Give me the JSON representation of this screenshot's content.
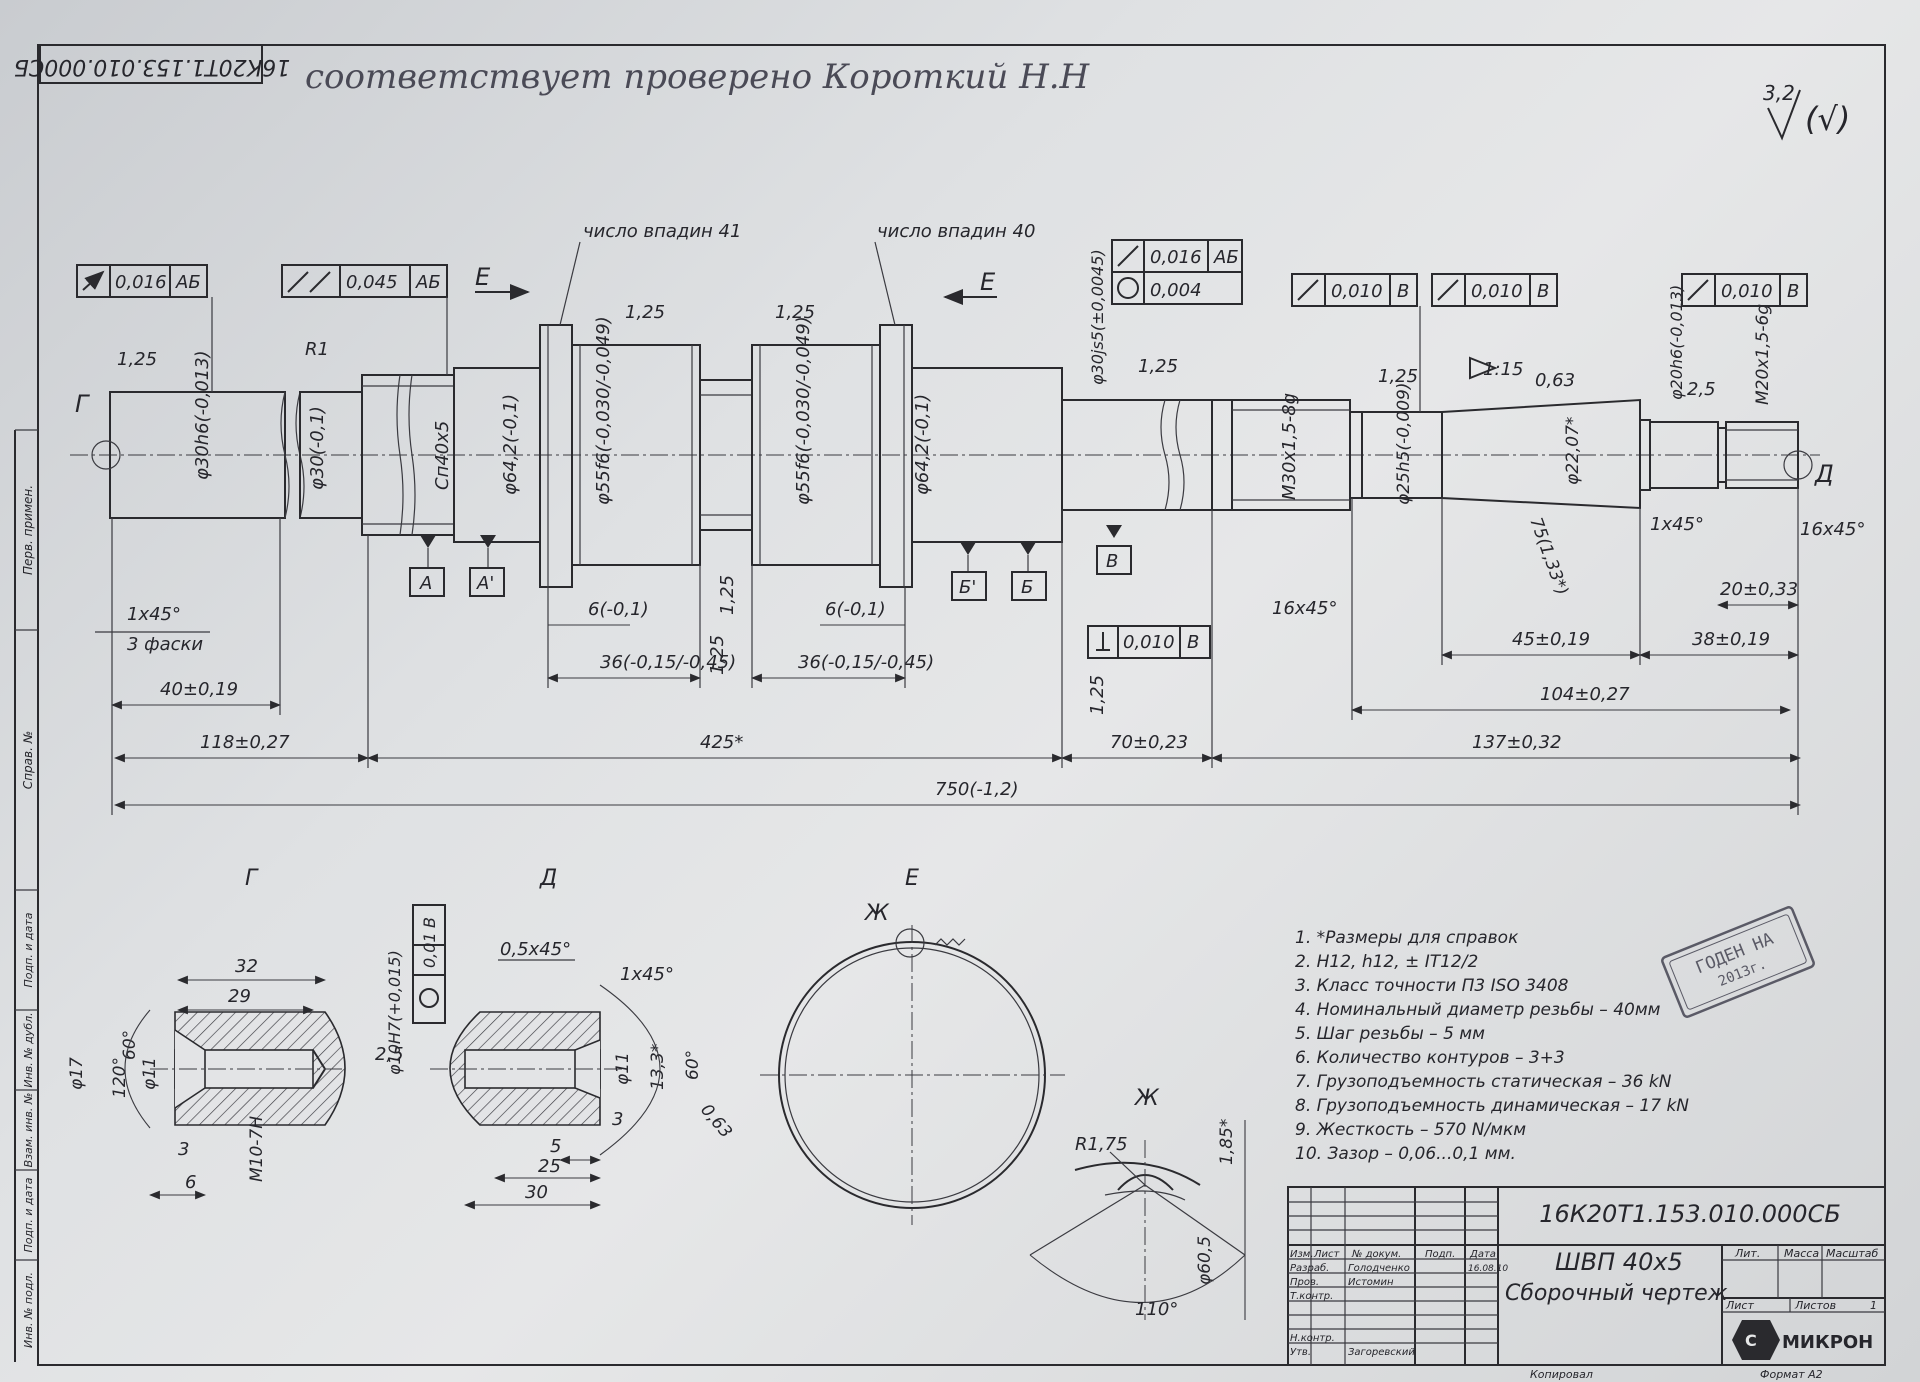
{
  "drawing_number_top": "16К20Т1.153.010.000СБ",
  "handwritten_note": "соответствует проверено Короткий Н.Н",
  "roughness_top_right": "3,2",
  "roughness_symbol": "(√)",
  "labels": {
    "roots_41": "число впадин 41",
    "roots_40": "число впадин 40",
    "section_E_left": "Е",
    "section_E_right": "Е",
    "datum_G": "Г",
    "datum_D": "Д"
  },
  "tolerance_frames": [
    {
      "value": "0,016",
      "base": "АБ"
    },
    {
      "value": "0,045",
      "base": "АБ"
    },
    {
      "value": "0,016",
      "base": "АБ"
    },
    {
      "value": "0,004",
      "base": ""
    },
    {
      "value": "0,010",
      "base": "В"
    },
    {
      "value": "0,010",
      "base": "В"
    },
    {
      "value": "0,010",
      "base": "В"
    },
    {
      "value": "0,010",
      "base": "В"
    },
    {
      "value": "0,01",
      "base": "В"
    }
  ],
  "shaft_dims": {
    "d1": "φ30h6(-0,013)",
    "d2": "φ30(-0,1)",
    "d3": "Сп40х5",
    "d4": "φ64,2(-0,1)",
    "d5": "φ55f6(-0,030/-0,049)",
    "d6": "φ55f6(-0,030/-0,049)",
    "d7": "φ64,2(-0,1)",
    "d8": "φ30js5(±0,0045)",
    "d9": "М30х1,5-8g",
    "d10": "φ25h5(-0,009)",
    "d11": "φ22,07*",
    "d12": "φ20h6(-0,013)",
    "d13": "М20х1,5-6g"
  },
  "roughness": [
    "1,25",
    "R1",
    "1,25",
    "1,25",
    "1,25",
    "1,25",
    "0,63",
    "2,5",
    "1,25",
    "1,25",
    "1,25",
    "1,25"
  ],
  "datums": [
    "А",
    "А'",
    "Б'",
    "Б",
    "В"
  ],
  "taper": "1:15",
  "taper_len": "75(1,33*)",
  "chamfer_texts": [
    "1х45°",
    "3 фаски",
    "16х45°",
    "1х45°",
    "16х45°"
  ],
  "len_dims": {
    "a": "40±0,19",
    "b": "118±0,27",
    "c": "425*",
    "d": "6(-0,1)",
    "e": "36(-0,15/-0,45)",
    "f": "6(-0,1)",
    "g": "36(-0,15/-0,45)",
    "h": "70±0,23",
    "i": "137±0,32",
    "j": "104±0,27",
    "k": "45±0,19",
    "l": "38±0,19",
    "m": "20±0,33",
    "n": "750(-1,2)"
  },
  "views": {
    "G": "Г",
    "D": "Д",
    "E": "Е",
    "Zh": "Ж",
    "Zh2": "Ж"
  },
  "view_G_dims": [
    "32",
    "29",
    "φ17",
    "120°",
    "60°",
    "φ11",
    "3",
    "6",
    "М10-7Н"
  ],
  "view_D_dims": [
    "φ10Н7(+0,015)",
    "0,5х45°",
    "1х45°",
    "2,5",
    "φ11",
    "13,3*",
    "60°",
    "0,63",
    "3",
    "5",
    "25",
    "30"
  ],
  "view_Zh_dims": [
    "R1,75",
    "1,85*",
    "φ60,5",
    "110°"
  ],
  "notes": [
    "1. *Размеры для справок",
    "2. Н12, h12, ± IT12/2",
    "3. Класс точности П3 ISO 3408",
    "4. Номинальный диаметр резьбы – 40мм",
    "5. Шаг резьбы – 5 мм",
    "6. Количество контуров – 3+3",
    "7. Грузоподъемность статическая – 36 kN",
    "8. Грузоподъемность динамическая – 17 kN",
    "9. Жесткость – 570 N/мкм",
    "10. Зазор – 0,06...0,1 мм."
  ],
  "stamp": {
    "line1": "ГОДЕН НА",
    "line2": "2013г."
  },
  "title_block": {
    "drawing_number": "16К20Т1.153.010.000СБ",
    "name": "ШВП 40х5",
    "doc_type": "Сборочный чертеж",
    "company": "МИКРОН",
    "col_heads": [
      "Изм.",
      "Лист",
      "№ докум.",
      "Подп.",
      "Дата"
    ],
    "roles": [
      "Разраб.",
      "Пров.",
      "Т.контр.",
      "",
      "Н.контр.",
      "Утв."
    ],
    "names": [
      "Голодченко",
      "Истомин",
      "",
      "",
      "",
      "Загоревский"
    ],
    "date": "16.08.10",
    "lit": "Лит.",
    "mass": "Масса",
    "scale": "Масштаб",
    "sheet": "Лист",
    "sheets": "Листов",
    "sheets_count": "1",
    "copied": "Копировал",
    "format": "Формат А2"
  },
  "left_strip": [
    "Перв. примен.",
    "Справ. №",
    "Подп. и дата",
    "Инв. № дубл.",
    "Взам. инв. №",
    "Подп. и дата",
    "Инв. № подл."
  ]
}
